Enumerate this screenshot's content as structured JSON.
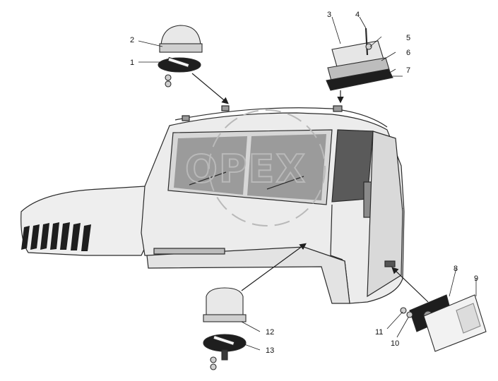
{
  "figure": {
    "callouts": [
      {
        "id": "1",
        "label": "1"
      },
      {
        "id": "2",
        "label": "2"
      },
      {
        "id": "3",
        "label": "3"
      },
      {
        "id": "4",
        "label": "4"
      },
      {
        "id": "5",
        "label": "5"
      },
      {
        "id": "6",
        "label": "6"
      },
      {
        "id": "7",
        "label": "7"
      },
      {
        "id": "8",
        "label": "8"
      },
      {
        "id": "9",
        "label": "9"
      },
      {
        "id": "10",
        "label": "10"
      },
      {
        "id": "11",
        "label": "11"
      },
      {
        "id": "12",
        "label": "12"
      },
      {
        "id": "13",
        "label": "13"
      }
    ],
    "watermark": "OPEX"
  },
  "colors": {
    "line": "#2a2a2a",
    "cab_fill": "#ececec",
    "glass": "#6a6a6a",
    "dark": "#1e1e1e",
    "watermark": "#b9b9b9"
  }
}
